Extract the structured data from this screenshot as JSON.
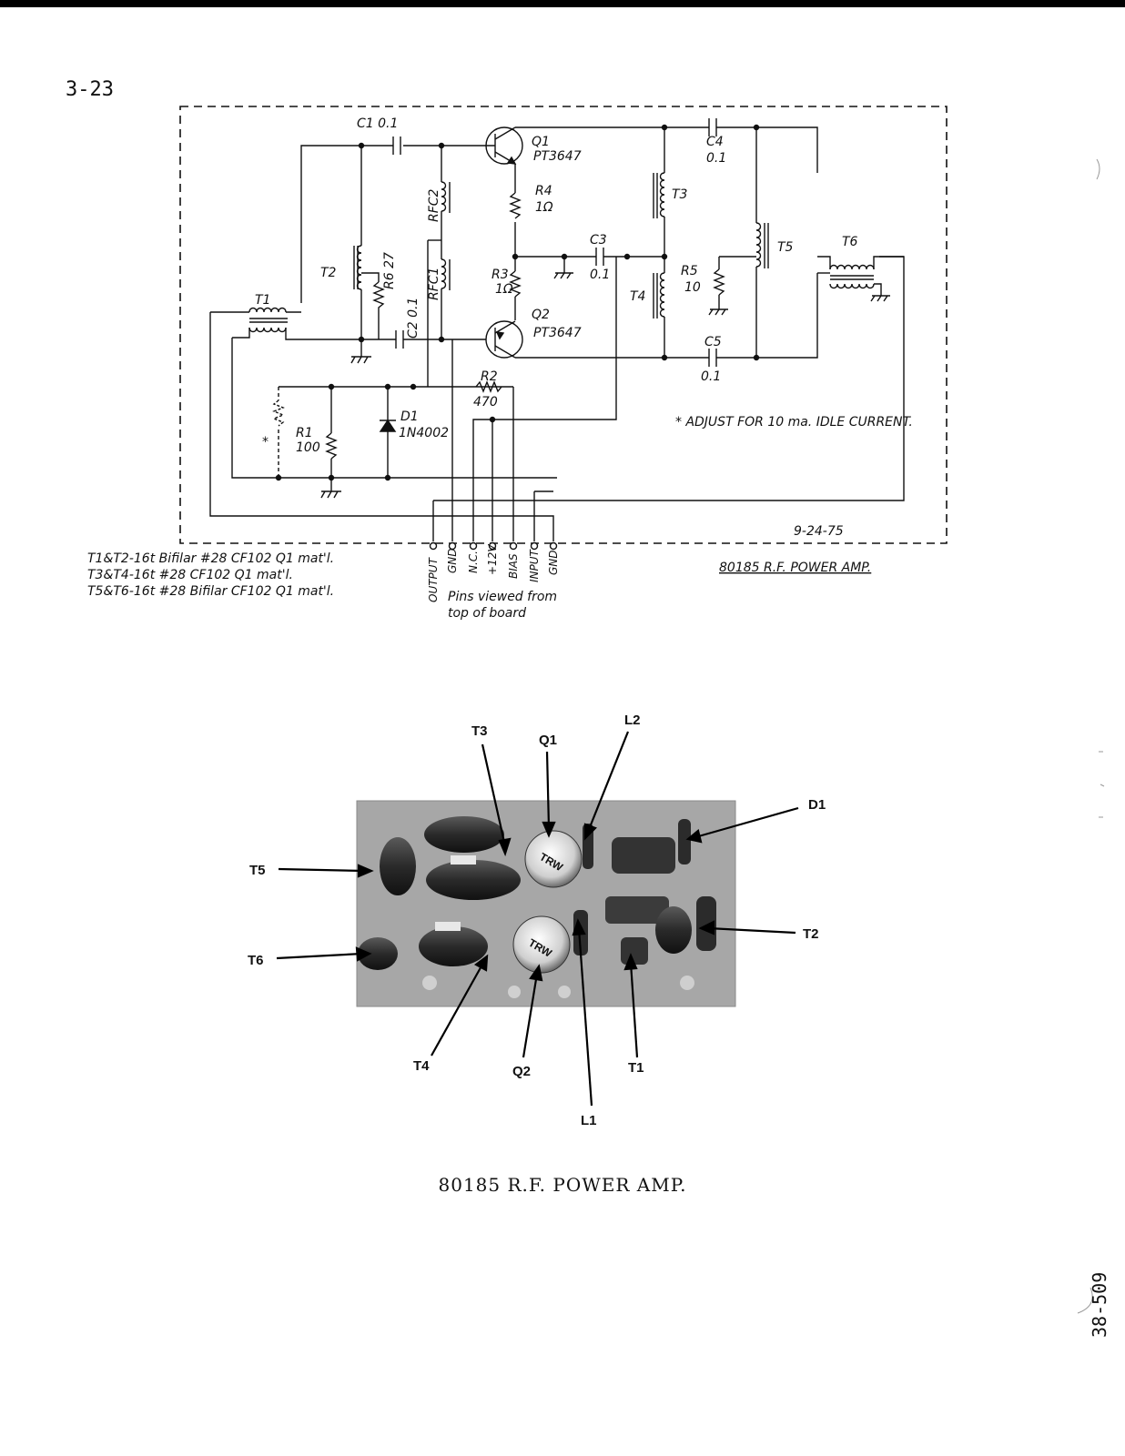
{
  "page_number": "3-23",
  "page_code": "38-509",
  "caption": "80185 R.F. POWER AMP.",
  "schematic": {
    "title": "80185 R.F. POWER AMP.",
    "date": "9-24-75",
    "note": "* ADJUST FOR 10 ma. IDLE CURRENT.",
    "parts": {
      "c1": "C1 0.1",
      "c2": "C2 0.1",
      "c3": "C3",
      "c3_val": "0.1",
      "c4": "C4",
      "c4_val": "0.1",
      "c5": "C5",
      "c5_val": "0.1",
      "q1": "Q1",
      "q1_type": "PT3647",
      "q2": "Q2",
      "q2_type": "PT3647",
      "r1": "R1",
      "r1_val": "100",
      "r2": "R2",
      "r2_val": "470",
      "r3": "R3",
      "r3_val": "1Ω",
      "r4": "R4",
      "r4_val": "1Ω",
      "r5": "R5",
      "r5_val": "10",
      "r6": "R6 27",
      "d1": "D1",
      "d1_type": "1N4002",
      "rfc1": "RFC1",
      "rfc2": "RFC2",
      "t1": "T1",
      "t2": "T2",
      "t3": "T3",
      "t4": "T4",
      "t5": "T5",
      "t6": "T6",
      "star": "*"
    },
    "pins": [
      "OUTPUT",
      "GND",
      "N.C.",
      "+12V",
      "BIAS",
      "INPUT",
      "GND"
    ],
    "pins_note_1": "Pins viewed from",
    "pins_note_2": "top of board",
    "winding_notes": [
      "T1&T2-16t Bifilar #28 CF102 Q1 mat'l.",
      "T3&T4-16t #28 CF102 Q1 mat'l.",
      "T5&T6-16t #28 Bifilar CF102 Q1 mat'l."
    ]
  },
  "photo_labels": [
    "T3",
    "Q1",
    "L2",
    "D1",
    "T5",
    "T2",
    "T6",
    "T4",
    "Q2",
    "T1",
    "L1"
  ],
  "photo_marks": {
    "trw_1": "TRW",
    "trw_2": "TRW"
  }
}
